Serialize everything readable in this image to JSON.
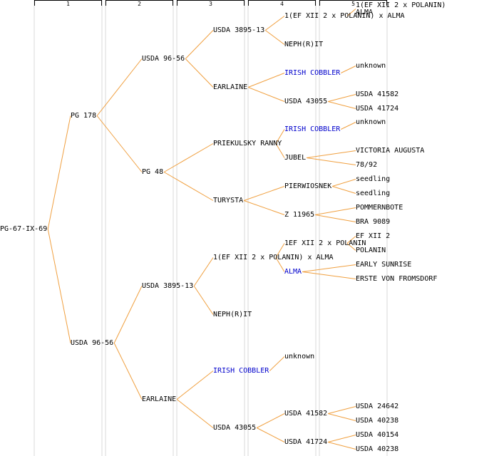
{
  "columns": [
    "1",
    "2",
    "3",
    "4",
    "5"
  ],
  "colors": {
    "line": "#f0a040",
    "text": "#000000",
    "highlight": "#0000cc",
    "header": "#000000"
  },
  "tree": {
    "name": "PG-67-IX-69",
    "children": [
      {
        "name": "PG 178",
        "children": [
          {
            "name": "USDA 96-56",
            "children": [
              {
                "name": "USDA 3895-13",
                "children": [
                  {
                    "name": "1(EF XII 2 x POLANIN) x ALMA",
                    "children": [
                      {
                        "name": "1(EF XII 2 x POLANIN)",
                        "name2": "ALMA"
                      }
                    ]
                  },
                  {
                    "name": "NEPH(R)IT"
                  }
                ]
              },
              {
                "name": "EARLAINE",
                "children": [
                  {
                    "name": "IRISH COBBLER",
                    "highlight": true,
                    "children": [
                      {
                        "name": "unknown"
                      }
                    ]
                  },
                  {
                    "name": "USDA 43055",
                    "children": [
                      {
                        "name": "USDA 41582"
                      },
                      {
                        "name": "USDA 41724"
                      }
                    ]
                  }
                ]
              }
            ]
          },
          {
            "name": "PG 48",
            "children": [
              {
                "name": "PRIEKULSKY RANNY",
                "children": [
                  {
                    "name": "IRISH COBBLER",
                    "highlight": true,
                    "children": [
                      {
                        "name": "unknown"
                      }
                    ]
                  },
                  {
                    "name": "JUBEL",
                    "children": [
                      {
                        "name": "VICTORIA AUGUSTA"
                      },
                      {
                        "name": "78/92"
                      }
                    ]
                  }
                ]
              },
              {
                "name": "TURYSTA",
                "children": [
                  {
                    "name": "PIERWIOSNEK",
                    "children": [
                      {
                        "name": "seedling"
                      },
                      {
                        "name": "seedling"
                      }
                    ]
                  },
                  {
                    "name": "Z 11965",
                    "children": [
                      {
                        "name": "POMMERNBOTE"
                      },
                      {
                        "name": "BRA 9089"
                      }
                    ]
                  }
                ]
              }
            ]
          }
        ]
      },
      {
        "name": "USDA 96-56",
        "children": [
          {
            "name": "USDA 3895-13",
            "children": [
              {
                "name": "1(EF XII 2 x POLANIN) x ALMA",
                "children": [
                  {
                    "name": "1EF XII 2 x POLANIN",
                    "children": [
                      {
                        "name": "EF XII 2"
                      },
                      {
                        "name": "POLANIN"
                      }
                    ]
                  },
                  {
                    "name": "ALMA",
                    "highlight": true,
                    "children": [
                      {
                        "name": "EARLY SUNRISE"
                      },
                      {
                        "name": "ERSTE VON FROMSDORF"
                      }
                    ]
                  }
                ]
              },
              {
                "name": "NEPH(R)IT"
              }
            ]
          },
          {
            "name": "EARLAINE",
            "children": [
              {
                "name": "IRISH COBBLER",
                "highlight": true,
                "children": [
                  {
                    "name": "unknown"
                  }
                ]
              },
              {
                "name": "USDA 43055",
                "children": [
                  {
                    "name": "USDA 41582",
                    "children": [
                      {
                        "name": "USDA 24642"
                      },
                      {
                        "name": "USDA 40238"
                      }
                    ]
                  },
                  {
                    "name": "USDA 41724",
                    "children": [
                      {
                        "name": "USDA 40154"
                      },
                      {
                        "name": "USDA 40238"
                      }
                    ]
                  }
                ]
              }
            ]
          }
        ]
      }
    ]
  }
}
